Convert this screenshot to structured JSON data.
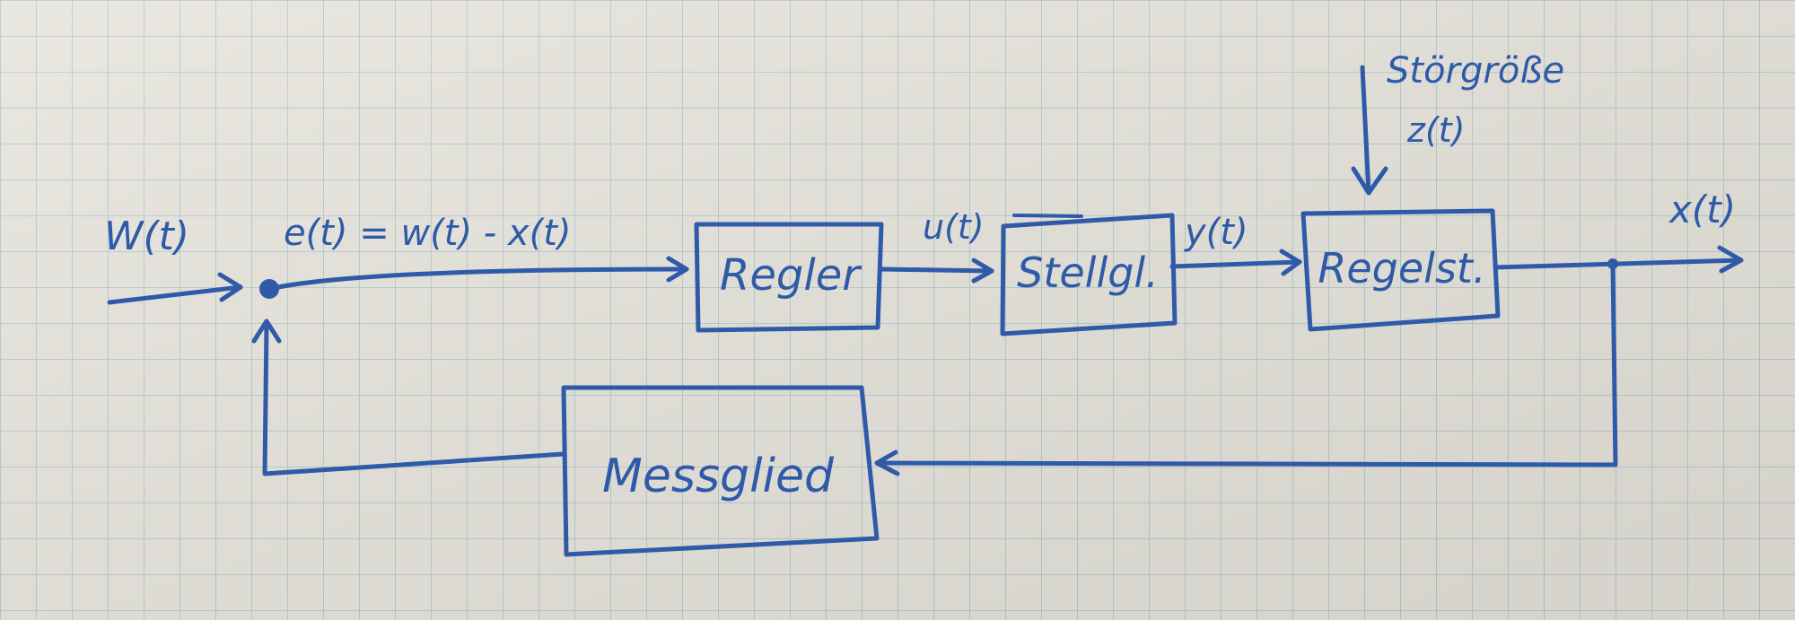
{
  "signals": {
    "w": "W(t)",
    "e": "e(t) = w(t) - x(t)",
    "u": "u(t)",
    "y": "y(t)",
    "x": "x(t)",
    "z_name": "Störgröße",
    "z": "z(t)"
  },
  "blocks": {
    "controller": "Regler",
    "actuator": "Stellgl.",
    "plant": "Regelst.",
    "sensor": "Messglied"
  },
  "colors": {
    "ink": "#2f5aa8",
    "paper": "#e7e5dc",
    "grid": "#a9c6cf"
  }
}
